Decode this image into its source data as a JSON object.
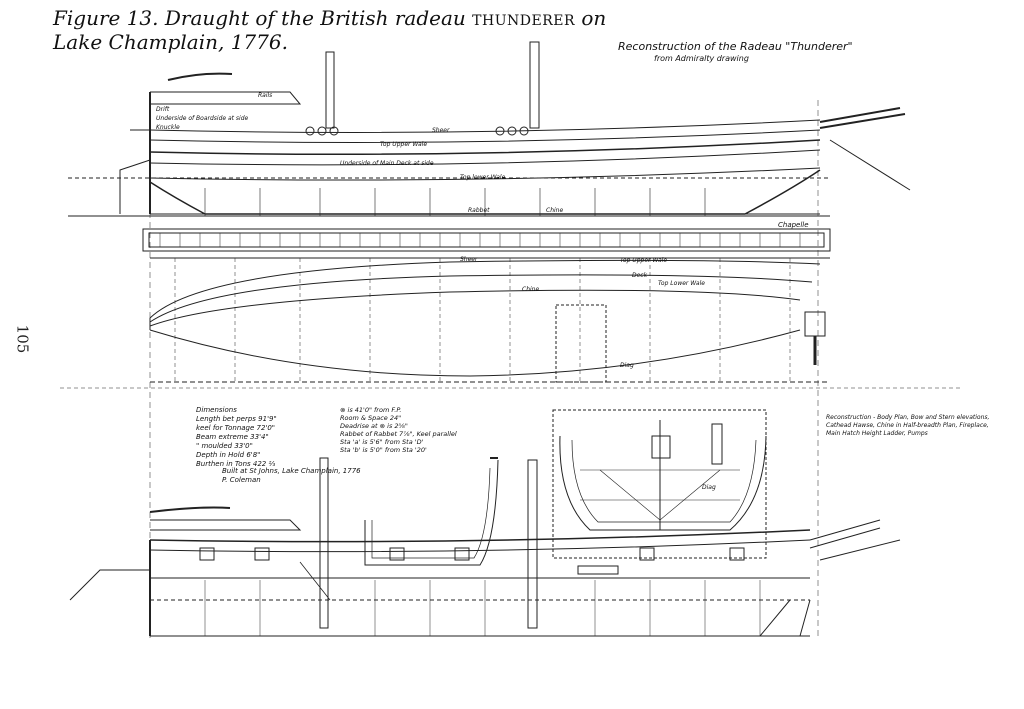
{
  "caption": {
    "line1_prefix": "Figure 13. Draught of the British radeau",
    "ship_name": "thunderer",
    "line1_suffix": "on",
    "line2": "Lake Champlain, 1776."
  },
  "page_number": "105",
  "reconstruction": {
    "title": "Reconstruction of the Radeau \"Thunderer\"",
    "subtitle": "from Admiralty drawing"
  },
  "profile_labels": {
    "rails": "Rails",
    "drift": "Drift",
    "boardside": "Underside of Boardside at side",
    "knuckle": "Knuckle",
    "sheer": "Sheer",
    "top_upper_wale": "Top Upper Wale",
    "main_deck": "Underside of Main Deck at side",
    "top_lower_wale": "Top lower Wale",
    "rabbet": "Rabbet",
    "chine": "Chine",
    "signature": "Chapelle"
  },
  "plan_labels": {
    "sheer": "Sheer",
    "top_upper_wale": "Top Upper Wale",
    "deck": "Deck",
    "top_lower_wale": "Top Lower Wale",
    "chine": "Chine",
    "diag": "Diag"
  },
  "dimensions_text": "Dimensions\nLength bet perps   91'9\"\nkeel for Tonnage  72'0\"\nBeam extreme   33'4\"\n\" moulded   33'0\"\nDepth in Hold   6'8\"\nBurthen in Tons   422 ⅔",
  "built_text": "Built at St Johns, Lake Champlain, 1776\nP. Coleman",
  "stations_text": "⊗ is 41'0\" from F.P.\nRoom & Space 24\"\nDeadrise at ⊗ is 2⅝\"\nRabbet of Rabbet 7⅞\", Keel parallel\nSta 'a' is 5'6\" from Sta 'D'\nSta 'b' is 5'0\" from Sta '20'",
  "reconstruction_note": "Reconstruction - Body Plan, Bow and Stern elevations, Cathead Hawse, Chine in Half-breadth Plan, Fireplace, Main Hatch Height Ladder, Pumps",
  "body_labels": {
    "diag": "Diag"
  }
}
